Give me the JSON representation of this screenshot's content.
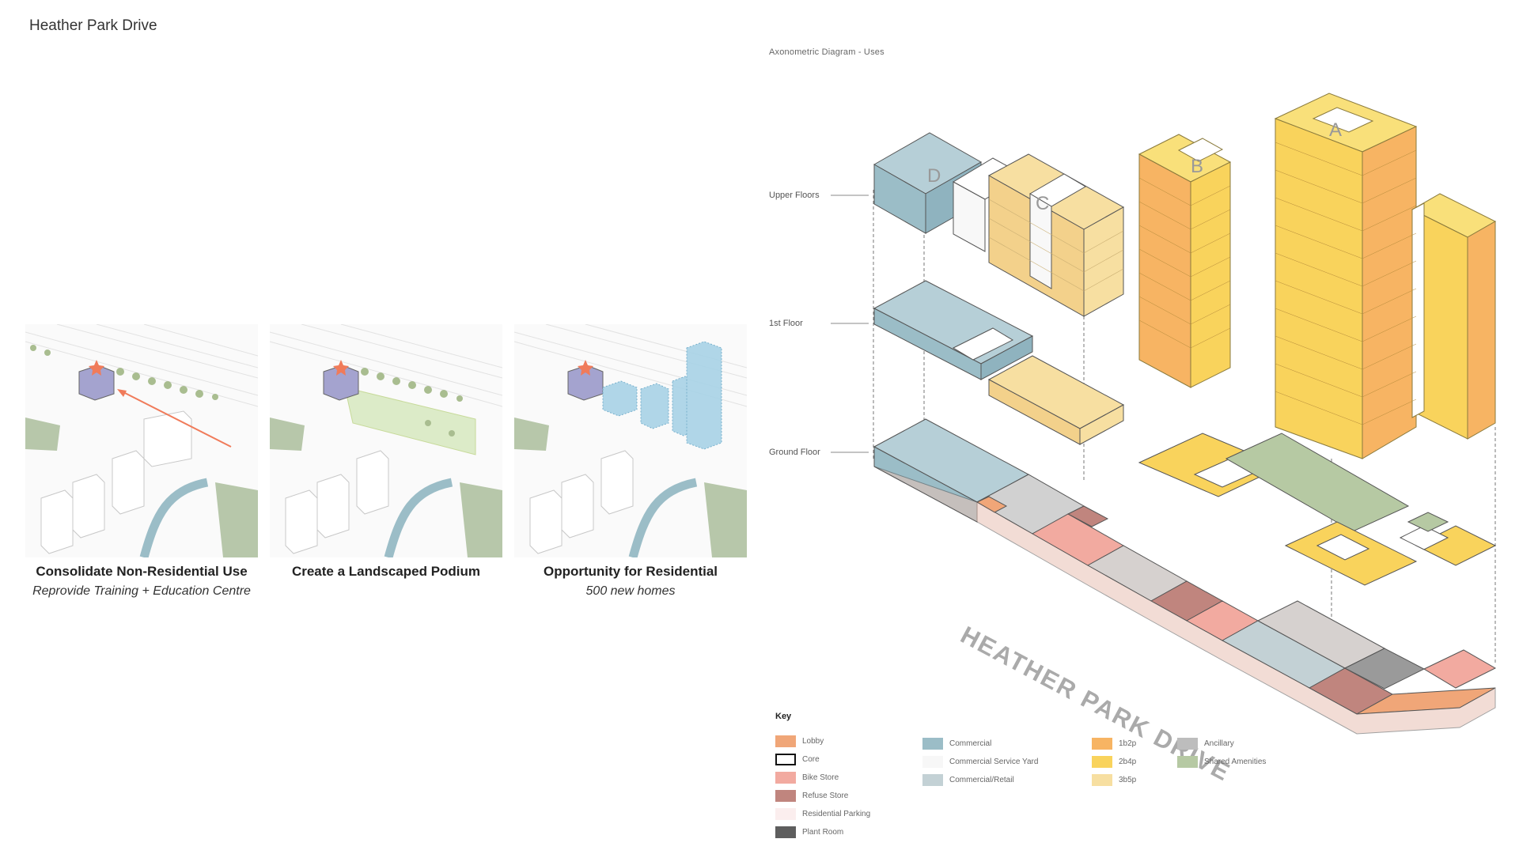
{
  "page_title": "Heather Park Drive",
  "diagram_title": "Axonometric Diagram - Uses",
  "panels": [
    {
      "title": "Consolidate Non-Residential Use",
      "subtitle": "Reprovide Training + Education Centre"
    },
    {
      "title": "Create a Landscaped Podium",
      "subtitle": ""
    },
    {
      "title": "Opportunity for Residential",
      "subtitle": "500 new homes"
    }
  ],
  "levels": {
    "upper": "Upper Floors",
    "first": "1st Floor",
    "ground": "Ground Floor"
  },
  "blocks": {
    "a": "A",
    "b": "B",
    "c": "C",
    "d": "D"
  },
  "road_label": "HEATHER PARK DRIVE",
  "key": {
    "title": "Key",
    "items": [
      {
        "label": "Lobby",
        "color": "#f0a678"
      },
      {
        "label": "Core",
        "color": "#ffffff"
      },
      {
        "label": "Bike Store",
        "color": "#f2aaa0"
      },
      {
        "label": "Refuse Store",
        "color": "#c0857e"
      },
      {
        "label": "Residential Parking",
        "color": "#fbeeee"
      },
      {
        "label": "Plant Room",
        "color": "#5e5e5e"
      },
      {
        "label": "Commercial",
        "color": "#9bbdc7"
      },
      {
        "label": "Commercial Service Yard",
        "color": "#f7f7f7"
      },
      {
        "label": "Commercial/Retail",
        "color": "#c3d1d5"
      },
      {
        "label": "1b2p",
        "color": "#f7b463"
      },
      {
        "label": "2b4p",
        "color": "#f9d35c"
      },
      {
        "label": "3b5p",
        "color": "#f7dfa1"
      },
      {
        "label": "Ancillary",
        "color": "#bdbdbd"
      },
      {
        "label": "Shared Amenities",
        "color": "#b6c9a3"
      }
    ]
  }
}
